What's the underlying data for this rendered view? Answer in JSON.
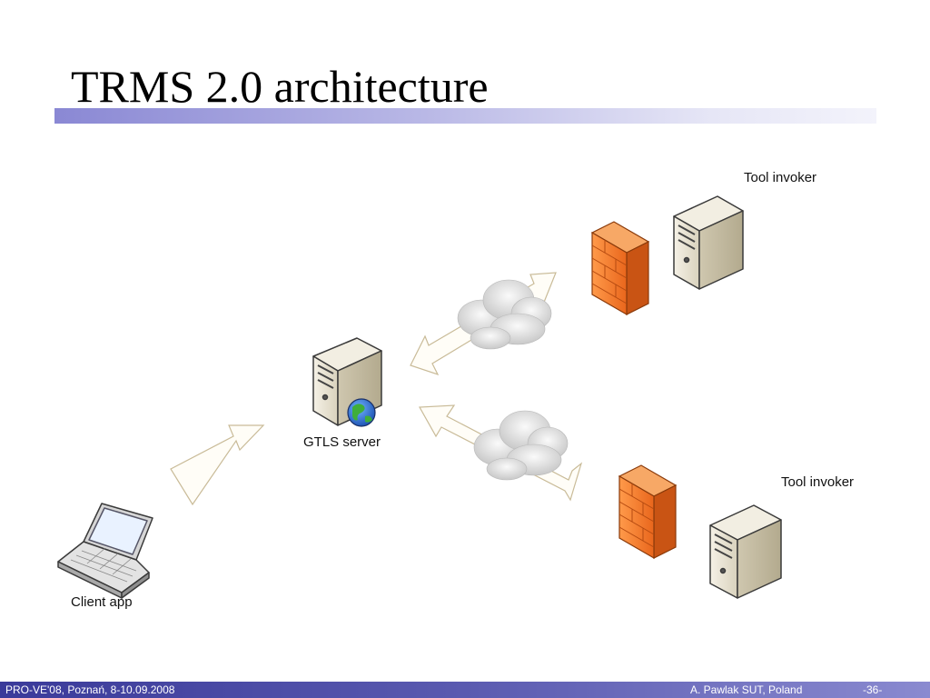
{
  "slide": {
    "title": "TRMS 2.0 architecture"
  },
  "labels": {
    "gtls_server": "GTLS server",
    "client_app": "Client app",
    "tool_invoker_top": "Tool invoker",
    "tool_invoker_bottom": "Tool invoker"
  },
  "footer": {
    "left": "PRO-VE'08, Poznań, 8-10.09.2008",
    "author": "A. Pawlak  SUT, Poland",
    "page": "-36-"
  },
  "colors": {
    "title_bar_start": "#8a88d4",
    "footer_bar": "#3a3a9a",
    "firewall": "#f07a2a",
    "server_body": "#ece6d6"
  },
  "icons": [
    "server-icon",
    "globe-icon",
    "firewall-icon",
    "cloud-icon",
    "laptop-icon",
    "arrow-icon"
  ]
}
